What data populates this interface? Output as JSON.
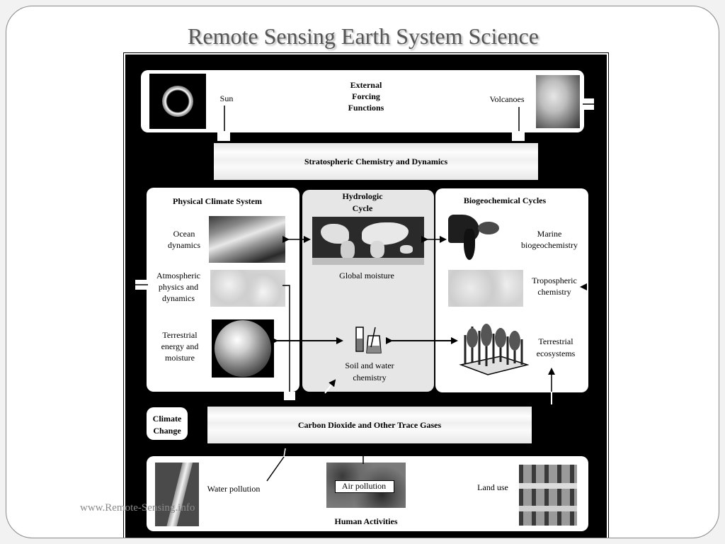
{
  "slide": {
    "title": "Remote Sensing Earth System Science",
    "watermark": "www.Remote-Sensing.info"
  },
  "diagram": {
    "external": {
      "title_line1": "External",
      "title_line2": "Forcing",
      "title_line3": "Functions",
      "sun": "Sun",
      "volcanoes": "Volcanoes"
    },
    "stratospheric": "Stratospheric Chemistry and Dynamics",
    "physical": {
      "title": "Physical Climate System",
      "ocean_line1": "Ocean",
      "ocean_line2": "dynamics",
      "atmo_line1": "Atmospheric",
      "atmo_line2": "physics and",
      "atmo_line3": "dynamics",
      "terr_line1": "Terrestrial",
      "terr_line2": "energy and",
      "terr_line3": "moisture"
    },
    "hydrologic": {
      "title_line1": "Hydrologic",
      "title_line2": "Cycle",
      "global_moisture": "Global moisture",
      "soil_line1": "Soil and water",
      "soil_line2": "chemistry"
    },
    "biogeochemical": {
      "title": "Biogeochemical  Cycles",
      "marine_line1": "Marine",
      "marine_line2": "biogeochemistry",
      "tropo_line1": "Tropospheric",
      "tropo_line2": "chemistry",
      "terr_line1": "Terrestrial",
      "terr_line2": "ecosystems"
    },
    "climate_change_line1": "Climate",
    "climate_change_line2": "Change",
    "carbon": "Carbon Dioxide and Other Trace Gases",
    "human": {
      "title": "Human Activities",
      "water": "Water pollution",
      "air": "Air  pollution",
      "land": "Land use"
    }
  },
  "colors": {
    "diagram_background": "#000000",
    "panel": "#ffffff",
    "hydrologic_panel": "#e6e6e6",
    "title_text": "#555555"
  }
}
